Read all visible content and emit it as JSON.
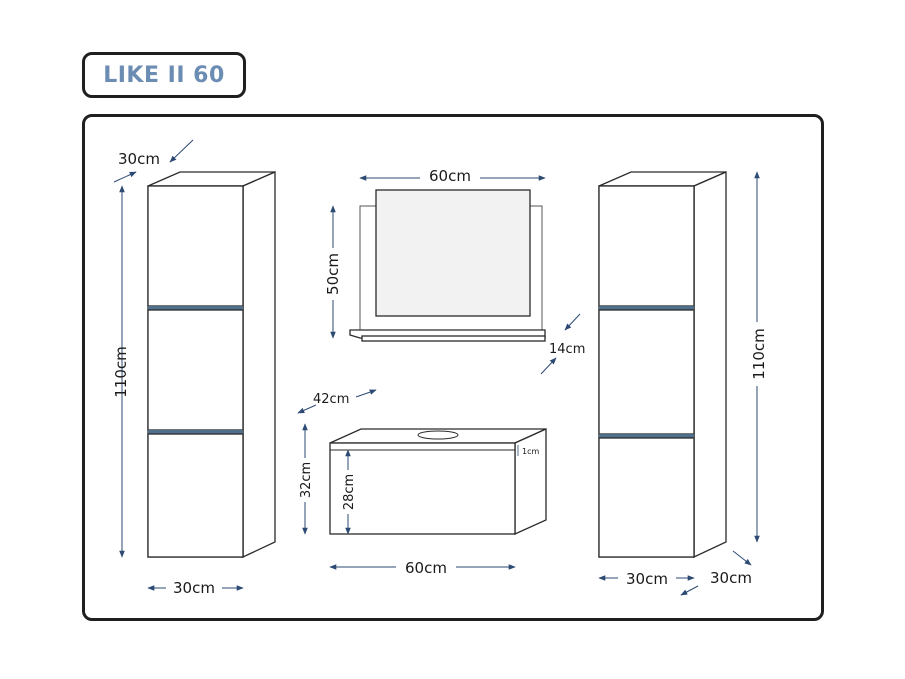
{
  "title": "LIKE II 60",
  "colors": {
    "title_text": "#6b8cb3",
    "dimension_line": "#2c4a73",
    "outline": "#2a2a2a",
    "frame": "#1f1f1f",
    "led_strip": "#4f6f8c"
  },
  "left_tall_cabinet": {
    "depth": "30cm",
    "height": "110cm",
    "width": "30cm"
  },
  "mirror": {
    "width": "60cm",
    "height": "50cm",
    "shelf_depth": "14cm"
  },
  "vanity": {
    "depth": "42cm",
    "height": "32cm",
    "drawer_height": "28cm",
    "top_thickness": "1cm",
    "width": "60cm"
  },
  "right_tall_cabinet": {
    "height": "110cm",
    "width": "30cm",
    "depth": "30cm"
  }
}
